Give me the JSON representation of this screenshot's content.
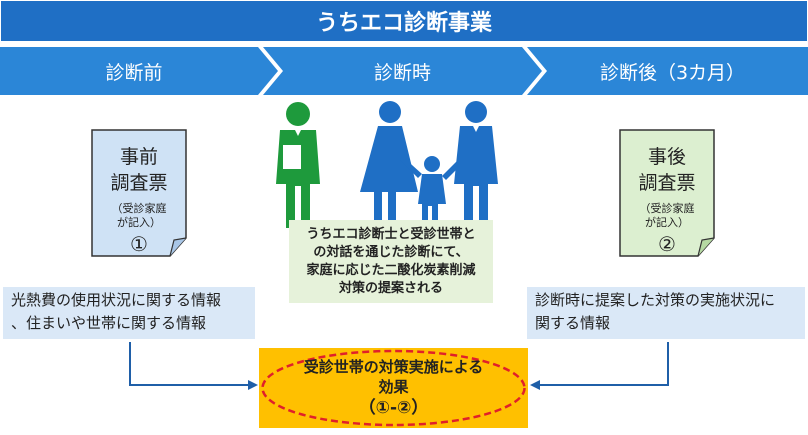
{
  "title": "うちエコ診断事業",
  "phases": [
    "診断前",
    "診断時",
    "診断後（3カ月）"
  ],
  "doc_before": {
    "title1": "事前",
    "title2": "調査票",
    "sub1": "（受診家庭",
    "sub2": "が記入）",
    "num": "①"
  },
  "doc_after": {
    "title1": "事後",
    "title2": "調査票",
    "sub1": "（受診家庭",
    "sub2": "が記入）",
    "num": "②"
  },
  "center_text": [
    "うちエコ診断士と受診世帯と",
    "の対話を通じた診断にて、",
    "家庭に応じた二酸化炭素削減",
    "対策の提案される"
  ],
  "info_left": [
    "光熱費の使用状況に関する情報",
    "、住まいや世帯に関する情報"
  ],
  "info_right": [
    "診断時に提案した対策の実施状況に",
    "関する情報"
  ],
  "effect": {
    "line1": "受診世帯の対策実施による",
    "line2": "効果",
    "line3": "（①-②）"
  },
  "colors": {
    "title_bg": "#1f6fc5",
    "chevron_bg": "#2b86d7",
    "doc_before_bg": "#cfe2f5",
    "doc_after_bg": "#dcefd0",
    "figure_green": "#1e9a3c",
    "figure_blue": "#1f6fc5",
    "center_bg": "#e6f2da",
    "info_bg": "#dae8f7",
    "arrow": "#1f5fa8",
    "effect_bg": "#ffc000",
    "ellipse": "#e0202a"
  },
  "icons": [
    "document-icon",
    "consultant-icon",
    "family-icon"
  ]
}
